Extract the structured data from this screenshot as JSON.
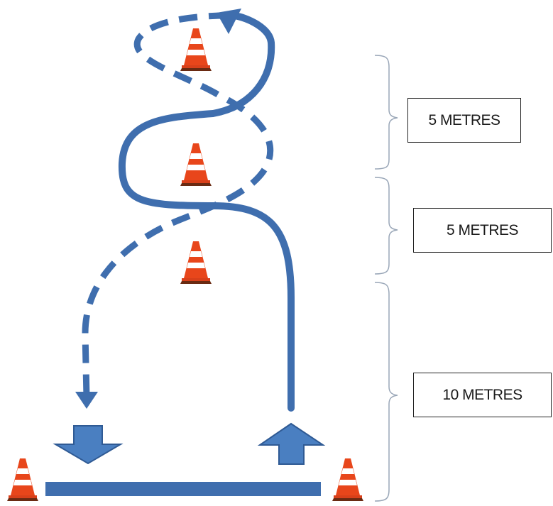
{
  "labels": {
    "segment_top": "5 METRES",
    "segment_middle": "5 METRES",
    "segment_bottom": "10 METRES"
  },
  "colors": {
    "path": "#3f6eae",
    "arrow_fill": "#4a7fc1",
    "arrow_stroke": "#2f5a94",
    "start_line": "#3f6eae",
    "cone_orange": "#e8461b",
    "cone_stripe": "#ffffff",
    "cone_base": "#6a2a12",
    "brace": "#9aa7b8"
  },
  "icons": [
    "traffic-cone-icon",
    "down-arrow-icon",
    "up-arrow-icon"
  ]
}
